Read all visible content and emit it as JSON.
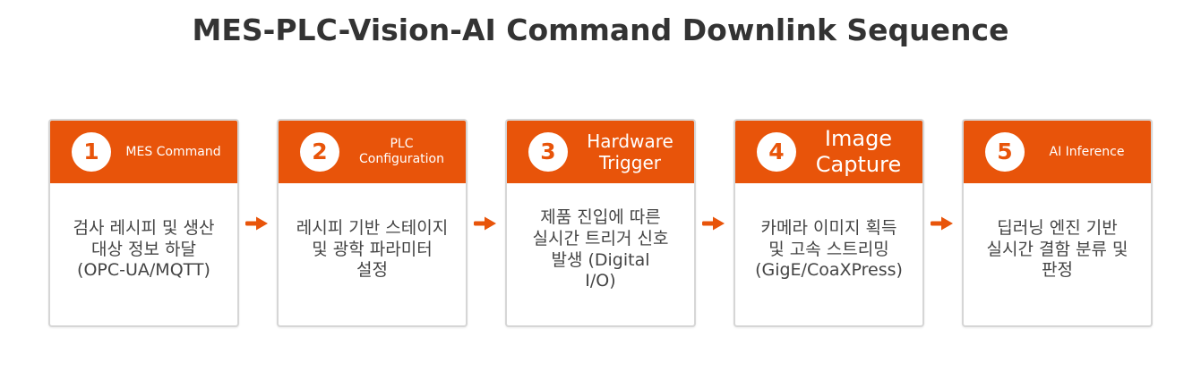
{
  "title": "MES-PLC-Vision-AI Command Downlink Sequence",
  "colors": {
    "accent": "#e8540a",
    "card_border": "#d6d6d6",
    "text": "#444444",
    "title_text": "#333333"
  },
  "steps": [
    {
      "number": "1",
      "title": "MES Command",
      "description": "검사 레시피 및 생산\n대상 정보 하달\n(OPC-UA/MQTT)"
    },
    {
      "number": "2",
      "title": "PLC\nConfiguration",
      "description": "레시피 기반 스테이지\n및 광학 파라미터\n설정"
    },
    {
      "number": "3",
      "title": "Hardware\nTrigger",
      "description": "제품 진입에 따른\n실시간 트리거 신호\n발생 (Digital\nI/O)"
    },
    {
      "number": "4",
      "title": "Image\nCapture",
      "description": "카메라 이미지 획득\n및 고속 스트리밍\n(GigE/CoaXPress)"
    },
    {
      "number": "5",
      "title": "AI Inference",
      "description": "딥러닝 엔진 기반\n실시간 결함 분류 및\n판정"
    }
  ],
  "arrows": [
    {
      "from": "1",
      "to": "2",
      "icon": "arrow-right-icon"
    },
    {
      "from": "2",
      "to": "3",
      "icon": "arrow-right-icon"
    },
    {
      "from": "3",
      "to": "4",
      "icon": "arrow-right-icon"
    },
    {
      "from": "4",
      "to": "5",
      "icon": "arrow-right-icon"
    }
  ]
}
